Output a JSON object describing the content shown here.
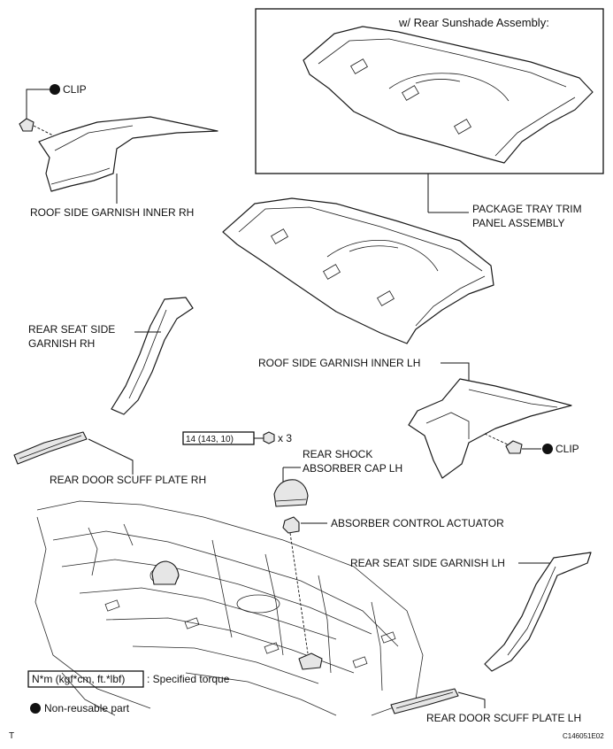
{
  "inset": {
    "title": "w/ Rear Sunshade Assembly:"
  },
  "labels": {
    "clip_rh": "CLIP",
    "clip_lh": "CLIP",
    "roof_side_garnish_inner_rh": "ROOF SIDE GARNISH INNER RH",
    "package_tray_line1": "PACKAGE TRAY TRIM",
    "package_tray_line2": "PANEL ASSEMBLY",
    "rear_seat_side_garnish_rh_line1": "REAR SEAT SIDE",
    "rear_seat_side_garnish_rh_line2": "GARNISH RH",
    "roof_side_garnish_inner_lh": "ROOF SIDE GARNISH INNER LH",
    "rear_shock_cap_line1": "REAR SHOCK",
    "rear_shock_cap_line2": "ABSORBER CAP LH",
    "rear_door_scuff_plate_rh": "REAR DOOR SCUFF PLATE RH",
    "absorber_control_actuator": "ABSORBER CONTROL ACTUATOR",
    "rear_seat_side_garnish_lh": "REAR SEAT SIDE GARNISH LH",
    "rear_door_scuff_plate_lh": "REAR DOOR SCUFF PLATE LH"
  },
  "torque": {
    "value": "14 (143, 10)",
    "quantity": "x 3"
  },
  "legend": {
    "torque_key": "N*m (kgf*cm, ft.*lbf)",
    "torque_desc": ": Specified torque",
    "non_reusable": "Non-reusable part"
  },
  "footer": {
    "left_mark": "T",
    "code": "C146051E02"
  },
  "colors": {
    "ink": "#111111",
    "part_shade": "#e6e6e6"
  }
}
